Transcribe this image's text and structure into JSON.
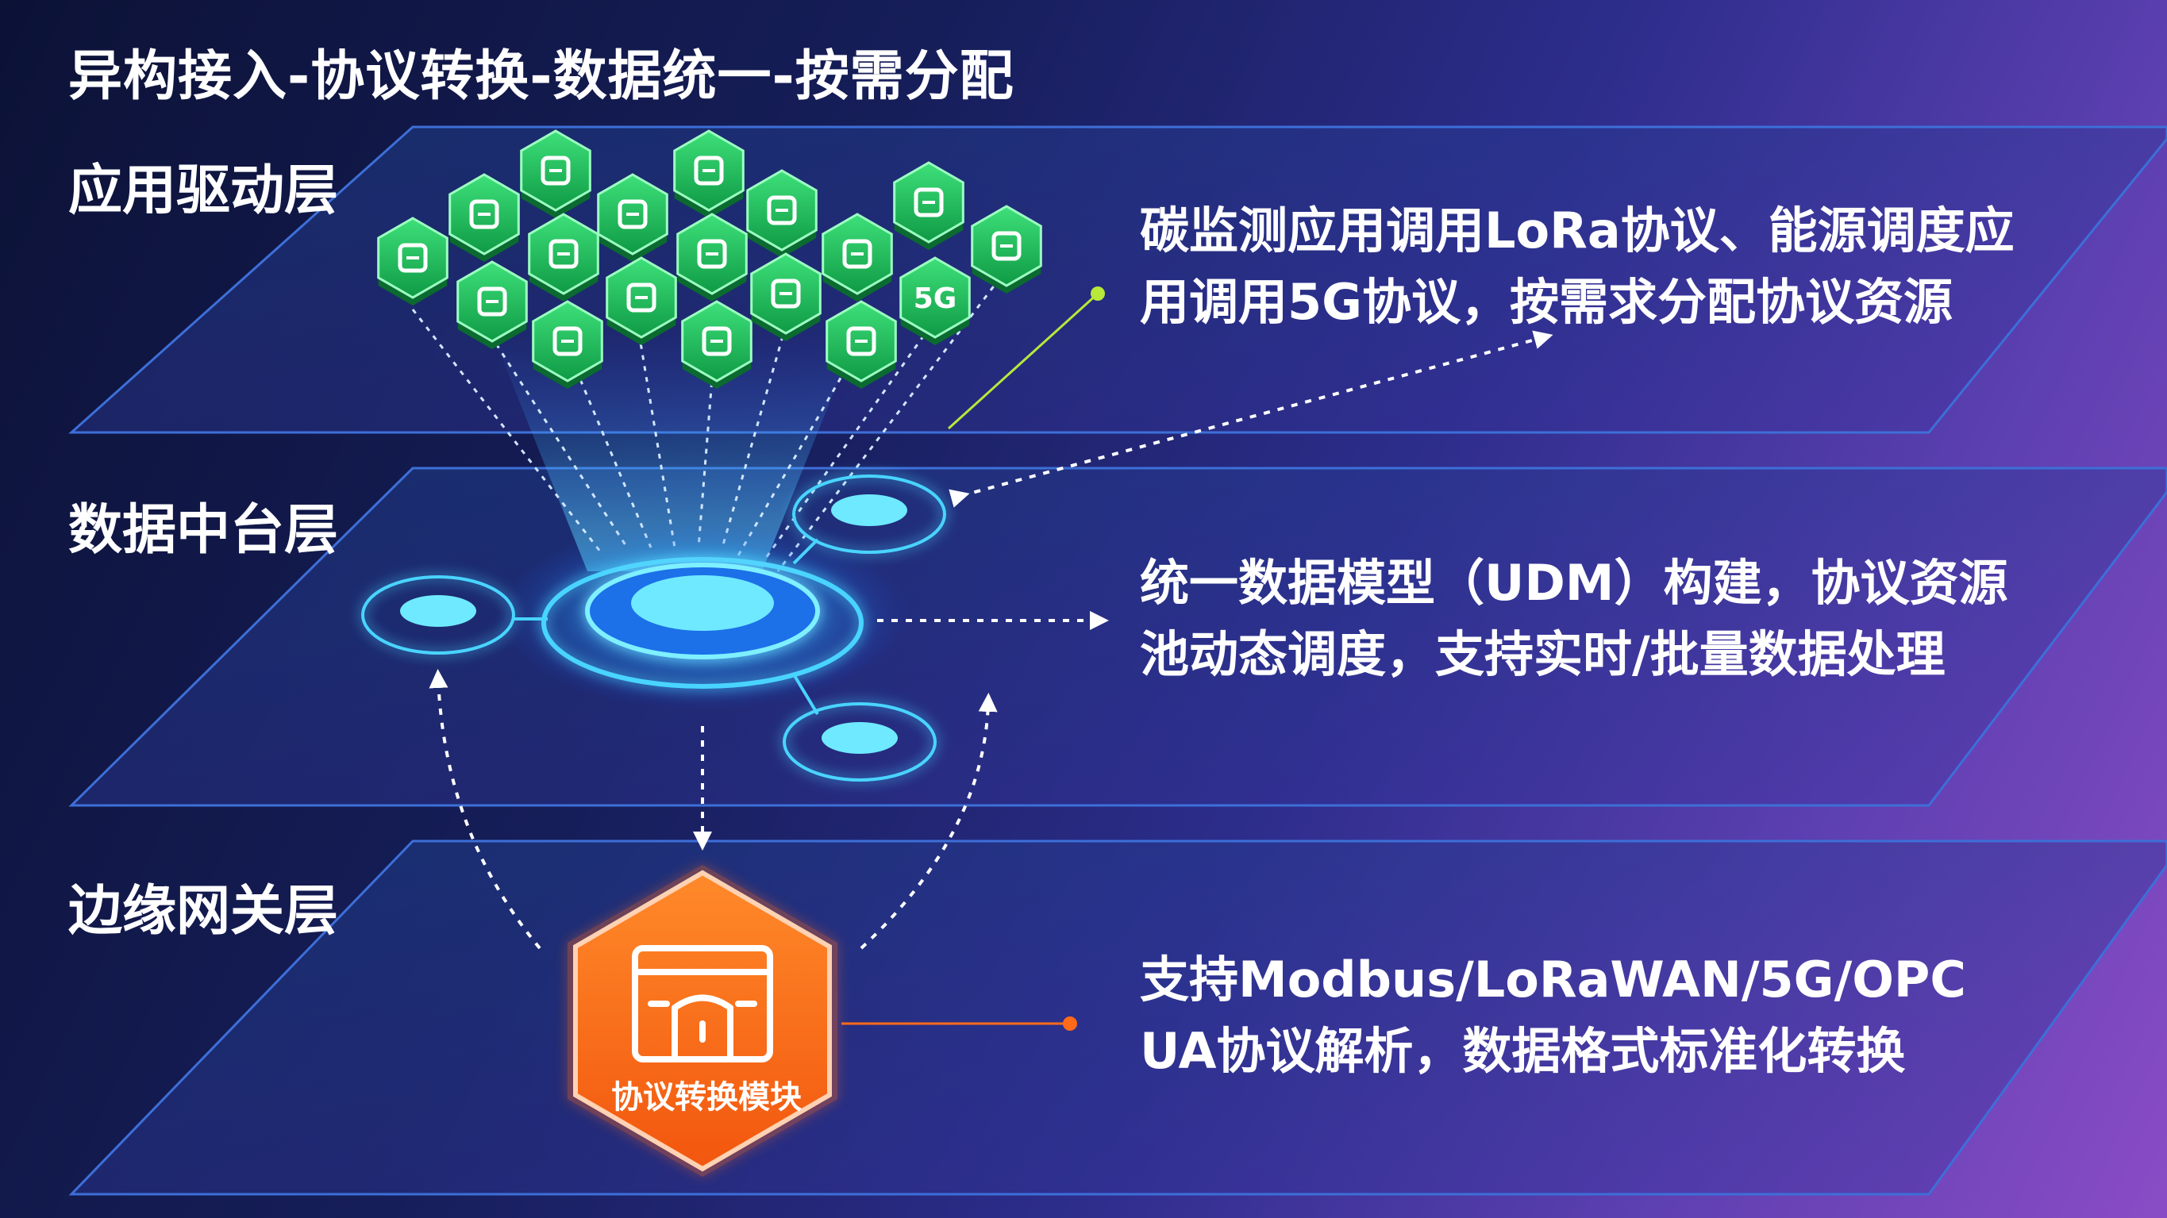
{
  "title": "异构接入-协议转换-数据统一-按需分配",
  "layers": [
    {
      "label": "应用驱动层",
      "desc_lines": [
        "碳监测应用调用LoRa协议、能源调度应",
        "用调用5G协议，按需求分配协议资源"
      ]
    },
    {
      "label": "数据中台层",
      "desc_lines": [
        "统一数据模型（UDM）构建，协议资源",
        "池动态调度，支持实时/批量数据处理"
      ]
    },
    {
      "label": "边缘网关层",
      "desc_lines": [
        "支持Modbus/LoRaWAN/5G/OPC",
        "UA协议解析，数据格式标准化转换"
      ]
    }
  ],
  "gateway_module": {
    "label": "协议转换模块",
    "icon": "gateway-building-icon",
    "color": "#ff6a1a"
  },
  "app_icons": [
    {
      "name": "document-icon"
    },
    {
      "name": "box-icon"
    },
    {
      "name": "layers-icon"
    },
    {
      "name": "monitor-icon"
    },
    {
      "name": "mail-icon"
    },
    {
      "name": "stack-icon"
    },
    {
      "name": "bar-chart-icon"
    },
    {
      "name": "location-pin-icon"
    },
    {
      "name": "grid-icon"
    },
    {
      "name": "search-icon"
    },
    {
      "name": "list-icon"
    },
    {
      "name": "globe-icon"
    },
    {
      "name": "user-settings-icon"
    },
    {
      "name": "5g-icon",
      "text": "5G"
    },
    {
      "name": "home-icon"
    },
    {
      "name": "clipboard-icon"
    },
    {
      "name": "navigation-pin-icon"
    },
    {
      "name": "settings-box-icon"
    }
  ],
  "colors": {
    "accent_green": "#1fc55e",
    "accent_blue": "#36c8ff",
    "accent_orange": "#ff6a1a"
  }
}
